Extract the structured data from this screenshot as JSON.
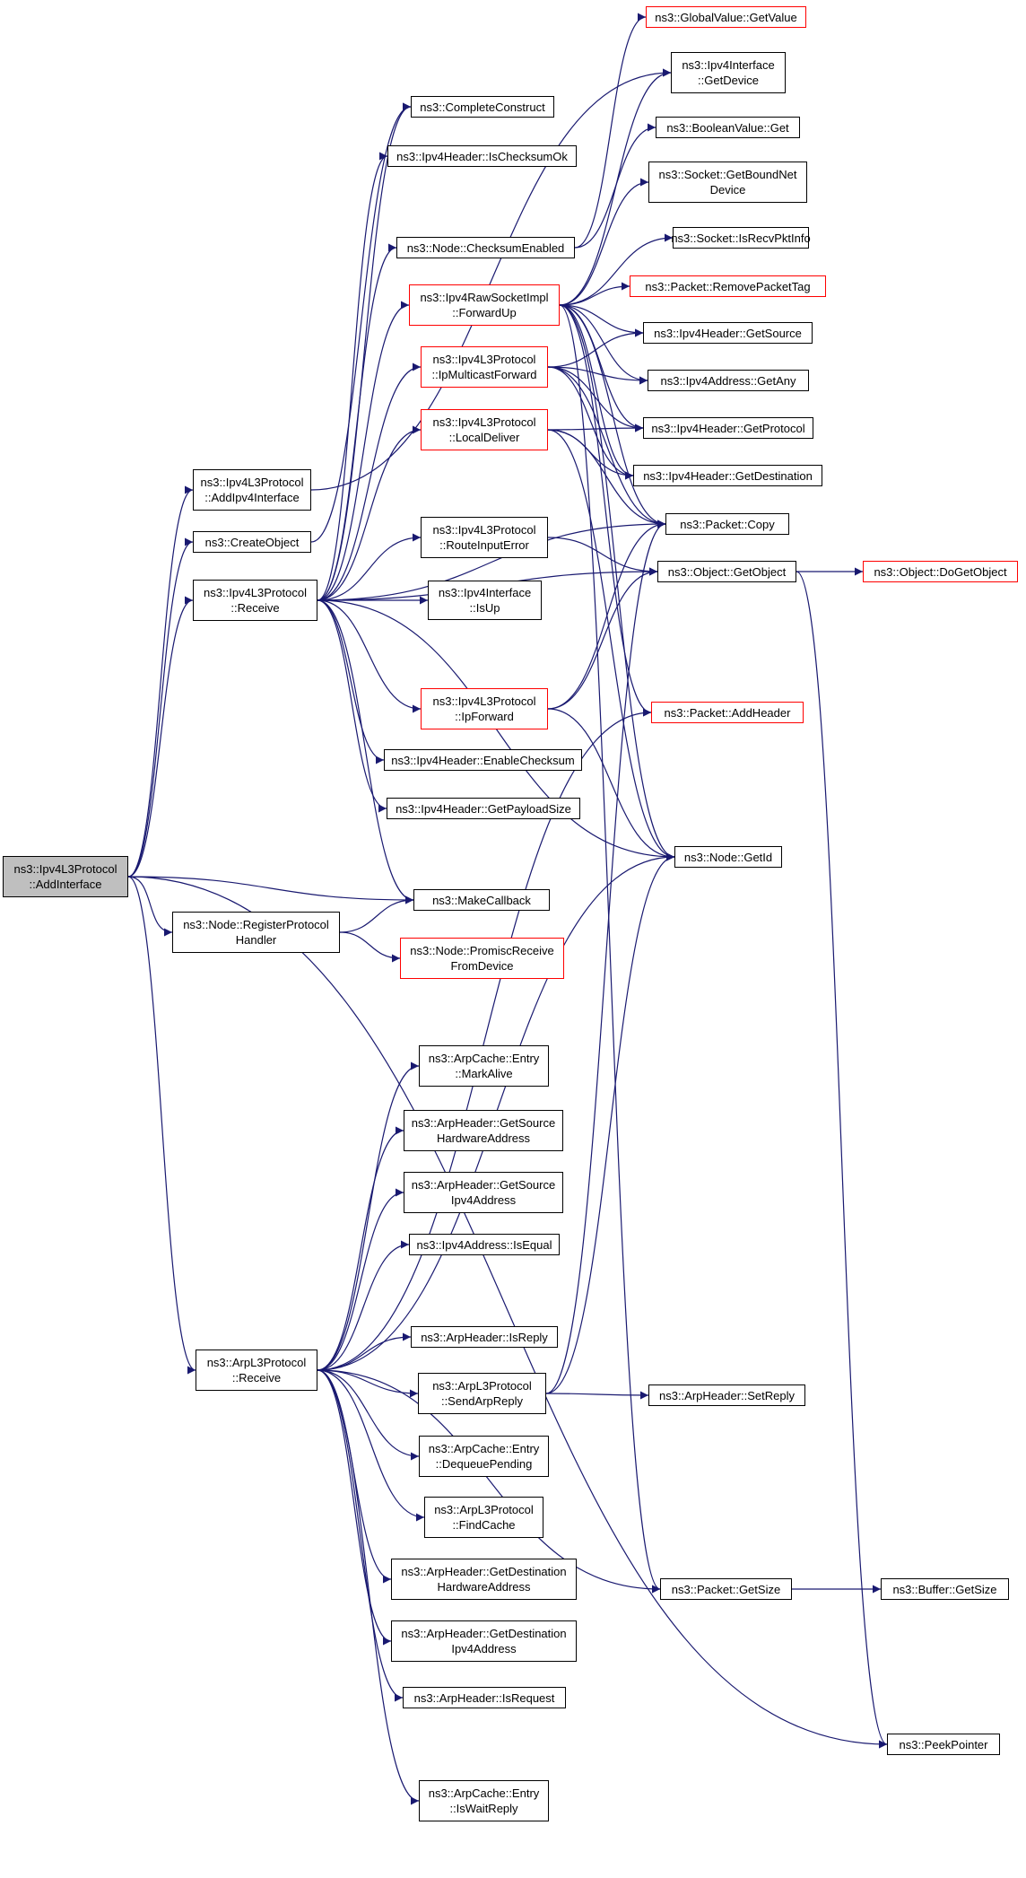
{
  "colors": {
    "edge": "#191970",
    "node_border": "#000000",
    "truncated_border": "#ff0000",
    "root_fill": "#bfbfbf"
  },
  "nodes": [
    {
      "id": "root",
      "label": "ns3::Ipv4L3Protocol\n::AddInterface",
      "style": "root"
    },
    {
      "id": "addIpv4Interface",
      "label": "ns3::Ipv4L3Protocol\n::AddIpv4Interface",
      "style": "normal"
    },
    {
      "id": "createObject",
      "label": "ns3::CreateObject",
      "style": "normal"
    },
    {
      "id": "ipv4Receive",
      "label": "ns3::Ipv4L3Protocol\n::Receive",
      "style": "normal"
    },
    {
      "id": "registerHandler",
      "label": "ns3::Node::RegisterProtocol\nHandler",
      "style": "normal"
    },
    {
      "id": "arpReceive",
      "label": "ns3::ArpL3Protocol\n::Receive",
      "style": "normal"
    },
    {
      "id": "completeConstruct",
      "label": "ns3::CompleteConstruct",
      "style": "normal"
    },
    {
      "id": "isChecksumOk",
      "label": "ns3::Ipv4Header::IsChecksumOk",
      "style": "normal"
    },
    {
      "id": "checksumEnabled",
      "label": "ns3::Node::ChecksumEnabled",
      "style": "normal"
    },
    {
      "id": "rawForwardUp",
      "label": "ns3::Ipv4RawSocketImpl\n::ForwardUp",
      "style": "truncated"
    },
    {
      "id": "ipMulticastForward",
      "label": "ns3::Ipv4L3Protocol\n::IpMulticastForward",
      "style": "truncated"
    },
    {
      "id": "localDeliver",
      "label": "ns3::Ipv4L3Protocol\n::LocalDeliver",
      "style": "truncated"
    },
    {
      "id": "routeInputError",
      "label": "ns3::Ipv4L3Protocol\n::RouteInputError",
      "style": "normal"
    },
    {
      "id": "interfaceIsUp",
      "label": "ns3::Ipv4Interface\n::IsUp",
      "style": "normal"
    },
    {
      "id": "ipForward",
      "label": "ns3::Ipv4L3Protocol\n::IpForward",
      "style": "truncated"
    },
    {
      "id": "enableChecksum",
      "label": "ns3::Ipv4Header::EnableChecksum",
      "style": "normal"
    },
    {
      "id": "getPayloadSize",
      "label": "ns3::Ipv4Header::GetPayloadSize",
      "style": "normal"
    },
    {
      "id": "makeCallback",
      "label": "ns3::MakeCallback",
      "style": "normal"
    },
    {
      "id": "promiscReceive",
      "label": "ns3::Node::PromiscReceive\nFromDevice",
      "style": "truncated"
    },
    {
      "id": "entryMarkAlive",
      "label": "ns3::ArpCache::Entry\n::MarkAlive",
      "style": "normal"
    },
    {
      "id": "getSourceHw",
      "label": "ns3::ArpHeader::GetSource\nHardwareAddress",
      "style": "normal"
    },
    {
      "id": "getSourceIpv4",
      "label": "ns3::ArpHeader::GetSource\nIpv4Address",
      "style": "normal"
    },
    {
      "id": "ipv4AddrIsEqual",
      "label": "ns3::Ipv4Address::IsEqual",
      "style": "normal"
    },
    {
      "id": "arpIsReply",
      "label": "ns3::ArpHeader::IsReply",
      "style": "normal"
    },
    {
      "id": "sendArpReply",
      "label": "ns3::ArpL3Protocol\n::SendArpReply",
      "style": "normal"
    },
    {
      "id": "dequeuePending",
      "label": "ns3::ArpCache::Entry\n::DequeuePending",
      "style": "normal"
    },
    {
      "id": "findCache",
      "label": "ns3::ArpL3Protocol\n::FindCache",
      "style": "normal"
    },
    {
      "id": "getDestHw",
      "label": "ns3::ArpHeader::GetDestination\nHardwareAddress",
      "style": "normal"
    },
    {
      "id": "getDestIpv4",
      "label": "ns3::ArpHeader::GetDestination\nIpv4Address",
      "style": "normal"
    },
    {
      "id": "arpIsRequest",
      "label": "ns3::ArpHeader::IsRequest",
      "style": "normal"
    },
    {
      "id": "entryIsWaitReply",
      "label": "ns3::ArpCache::Entry\n::IsWaitReply",
      "style": "normal"
    },
    {
      "id": "globalGetValue",
      "label": "ns3::GlobalValue::GetValue",
      "style": "truncated"
    },
    {
      "id": "interfaceGetDevice",
      "label": "ns3::Ipv4Interface\n::GetDevice",
      "style": "normal"
    },
    {
      "id": "booleanGet",
      "label": "ns3::BooleanValue::Get",
      "style": "normal"
    },
    {
      "id": "getBoundNetDevice",
      "label": "ns3::Socket::GetBoundNet\nDevice",
      "style": "normal"
    },
    {
      "id": "isRecvPktInfo",
      "label": "ns3::Socket::IsRecvPktInfo",
      "style": "normal"
    },
    {
      "id": "removePacketTag",
      "label": "ns3::Packet::RemovePacketTag",
      "style": "truncated"
    },
    {
      "id": "hdrGetSource",
      "label": "ns3::Ipv4Header::GetSource",
      "style": "normal"
    },
    {
      "id": "addrGetAny",
      "label": "ns3::Ipv4Address::GetAny",
      "style": "normal"
    },
    {
      "id": "hdrGetProtocol",
      "label": "ns3::Ipv4Header::GetProtocol",
      "style": "normal"
    },
    {
      "id": "hdrGetDestination",
      "label": "ns3::Ipv4Header::GetDestination",
      "style": "normal"
    },
    {
      "id": "packetCopy",
      "label": "ns3::Packet::Copy",
      "style": "normal"
    },
    {
      "id": "objectGetObject",
      "label": "ns3::Object::GetObject",
      "style": "normal"
    },
    {
      "id": "packetAddHeader",
      "label": "ns3::Packet::AddHeader",
      "style": "truncated"
    },
    {
      "id": "nodeGetId",
      "label": "ns3::Node::GetId",
      "style": "normal"
    },
    {
      "id": "arpSetReply",
      "label": "ns3::ArpHeader::SetReply",
      "style": "normal"
    },
    {
      "id": "packetGetSize",
      "label": "ns3::Packet::GetSize",
      "style": "normal"
    },
    {
      "id": "peekPointer",
      "label": "ns3::PeekPointer",
      "style": "normal"
    },
    {
      "id": "doGetObject",
      "label": "ns3::Object::DoGetObject",
      "style": "truncated"
    },
    {
      "id": "bufferGetSize",
      "label": "ns3::Buffer::GetSize",
      "style": "normal"
    }
  ],
  "edges": [
    [
      "root",
      "addIpv4Interface"
    ],
    [
      "root",
      "createObject"
    ],
    [
      "root",
      "ipv4Receive"
    ],
    [
      "root",
      "makeCallback"
    ],
    [
      "root",
      "registerHandler"
    ],
    [
      "root",
      "arpReceive"
    ],
    [
      "root",
      "peekPointer"
    ],
    [
      "addIpv4Interface",
      "interfaceGetDevice"
    ],
    [
      "createObject",
      "completeConstruct"
    ],
    [
      "ipv4Receive",
      "completeConstruct"
    ],
    [
      "ipv4Receive",
      "isChecksumOk"
    ],
    [
      "ipv4Receive",
      "checksumEnabled"
    ],
    [
      "ipv4Receive",
      "rawForwardUp"
    ],
    [
      "ipv4Receive",
      "ipMulticastForward"
    ],
    [
      "ipv4Receive",
      "localDeliver"
    ],
    [
      "ipv4Receive",
      "packetCopy"
    ],
    [
      "ipv4Receive",
      "routeInputError"
    ],
    [
      "ipv4Receive",
      "interfaceIsUp"
    ],
    [
      "ipv4Receive",
      "objectGetObject"
    ],
    [
      "ipv4Receive",
      "ipForward"
    ],
    [
      "ipv4Receive",
      "enableChecksum"
    ],
    [
      "ipv4Receive",
      "getPayloadSize"
    ],
    [
      "ipv4Receive",
      "makeCallback"
    ],
    [
      "ipv4Receive",
      "nodeGetId"
    ],
    [
      "registerHandler",
      "makeCallback"
    ],
    [
      "registerHandler",
      "promiscReceive"
    ],
    [
      "checksumEnabled",
      "globalGetValue"
    ],
    [
      "checksumEnabled",
      "booleanGet"
    ],
    [
      "rawForwardUp",
      "interfaceGetDevice"
    ],
    [
      "rawForwardUp",
      "getBoundNetDevice"
    ],
    [
      "rawForwardUp",
      "isRecvPktInfo"
    ],
    [
      "rawForwardUp",
      "removePacketTag"
    ],
    [
      "rawForwardUp",
      "hdrGetSource"
    ],
    [
      "rawForwardUp",
      "addrGetAny"
    ],
    [
      "rawForwardUp",
      "hdrGetProtocol"
    ],
    [
      "rawForwardUp",
      "hdrGetDestination"
    ],
    [
      "rawForwardUp",
      "packetCopy"
    ],
    [
      "rawForwardUp",
      "packetAddHeader"
    ],
    [
      "rawForwardUp",
      "nodeGetId"
    ],
    [
      "rawForwardUp",
      "packetGetSize"
    ],
    [
      "ipMulticastForward",
      "hdrGetSource"
    ],
    [
      "ipMulticastForward",
      "addrGetAny"
    ],
    [
      "ipMulticastForward",
      "hdrGetProtocol"
    ],
    [
      "ipMulticastForward",
      "hdrGetDestination"
    ],
    [
      "ipMulticastForward",
      "packetCopy"
    ],
    [
      "localDeliver",
      "hdrGetProtocol"
    ],
    [
      "localDeliver",
      "hdrGetDestination"
    ],
    [
      "localDeliver",
      "packetCopy"
    ],
    [
      "localDeliver",
      "nodeGetId"
    ],
    [
      "routeInputError",
      "objectGetObject"
    ],
    [
      "ipForward",
      "packetCopy"
    ],
    [
      "ipForward",
      "objectGetObject"
    ],
    [
      "ipForward",
      "nodeGetId"
    ],
    [
      "arpReceive",
      "entryMarkAlive"
    ],
    [
      "arpReceive",
      "getSourceHw"
    ],
    [
      "arpReceive",
      "getSourceIpv4"
    ],
    [
      "arpReceive",
      "ipv4AddrIsEqual"
    ],
    [
      "arpReceive",
      "packetAddHeader"
    ],
    [
      "arpReceive",
      "arpIsReply"
    ],
    [
      "arpReceive",
      "sendArpReply"
    ],
    [
      "arpReceive",
      "dequeuePending"
    ],
    [
      "arpReceive",
      "findCache"
    ],
    [
      "arpReceive",
      "getDestHw"
    ],
    [
      "arpReceive",
      "getDestIpv4"
    ],
    [
      "arpReceive",
      "arpIsRequest"
    ],
    [
      "arpReceive",
      "entryIsWaitReply"
    ],
    [
      "arpReceive",
      "packetGetSize"
    ],
    [
      "arpReceive",
      "nodeGetId"
    ],
    [
      "sendArpReply",
      "arpSetReply"
    ],
    [
      "sendArpReply",
      "packetCopy"
    ],
    [
      "sendArpReply",
      "nodeGetId"
    ],
    [
      "objectGetObject",
      "doGetObject"
    ],
    [
      "objectGetObject",
      "peekPointer"
    ],
    [
      "packetGetSize",
      "bufferGetSize"
    ]
  ]
}
